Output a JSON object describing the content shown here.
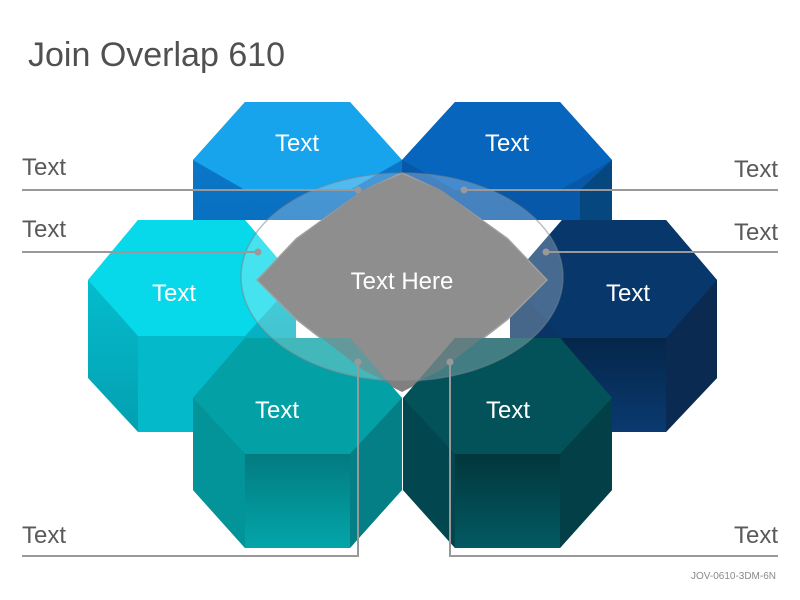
{
  "title": "Join Overlap 610",
  "code": "JOV-0610-3DM-6N",
  "center": {
    "label": "Text Here"
  },
  "shapes": [
    {
      "label": "Text",
      "color": "#17a4ec"
    },
    {
      "label": "Text",
      "color": "#0865bd"
    },
    {
      "label": "Text",
      "color": "#07d8ea"
    },
    {
      "label": "Text",
      "color": "#08386b"
    },
    {
      "label": "Text",
      "color": "#03a0a5"
    },
    {
      "label": "Text",
      "color": "#03525a"
    }
  ],
  "callouts": {
    "left_top": "Text",
    "left_mid": "Text",
    "left_bottom": "Text",
    "right_top": "Text",
    "right_mid": "Text",
    "right_bottom": "Text"
  }
}
